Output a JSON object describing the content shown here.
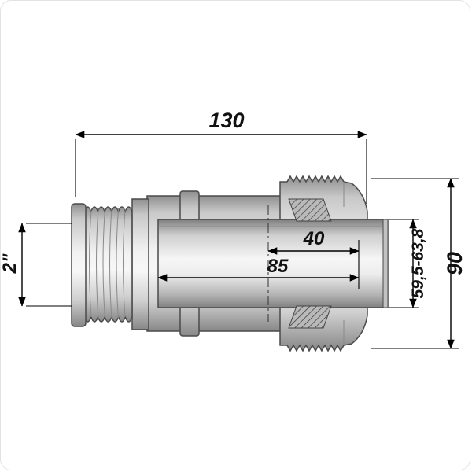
{
  "drawing": {
    "kind": "pipe-coupling-cross-section"
  },
  "dimensions": {
    "overall_length": "130",
    "thread_size": "2\"",
    "depth_inner": "40",
    "depth_full": "85",
    "clamp_range": "59,5-63,8",
    "outer_diameter": "90"
  }
}
